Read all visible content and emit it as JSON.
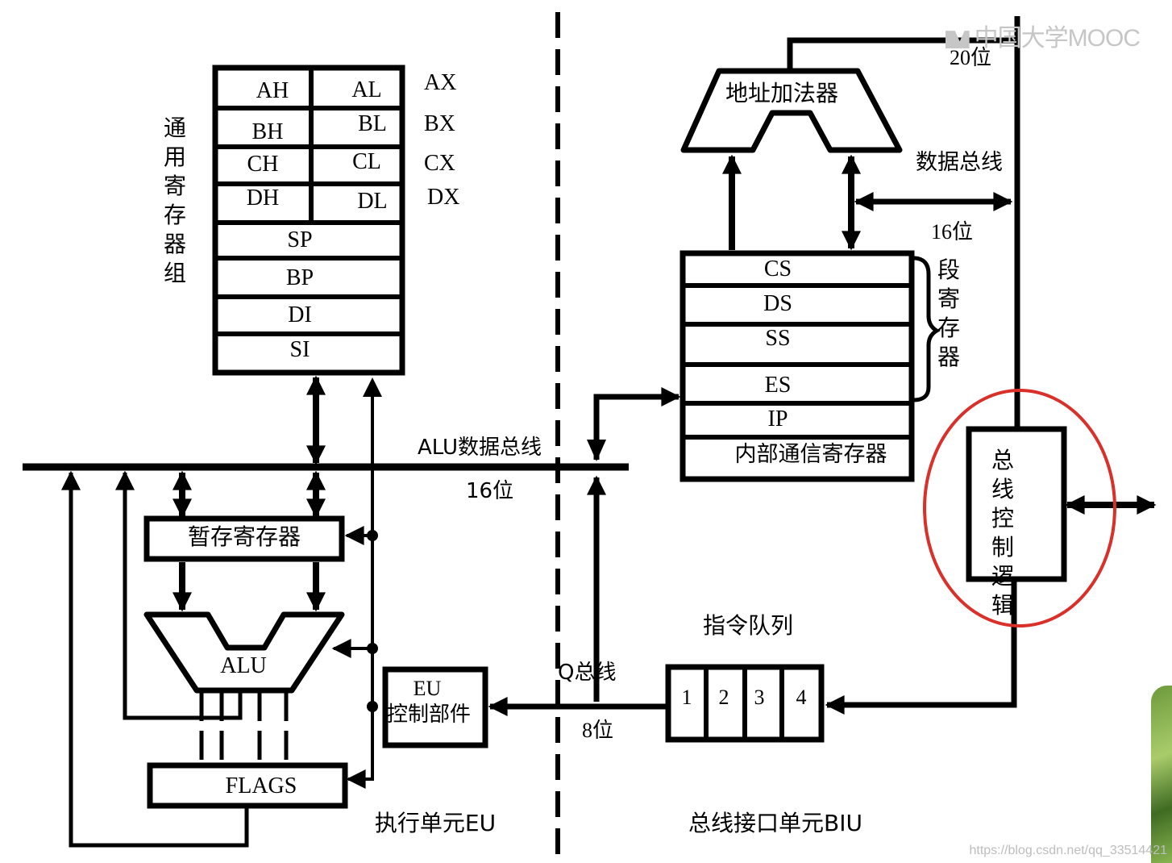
{
  "watermark": {
    "text": "中国大学MOOC",
    "url": "https://blog.csdn.net/qq_33514421"
  },
  "eu": {
    "group_label": "通用寄存器组",
    "registers_hi": [
      "AH",
      "BH",
      "CH",
      "DH"
    ],
    "registers_lo": [
      "AL",
      "BL",
      "CL",
      "DL"
    ],
    "pair_names": [
      "AX",
      "BX",
      "CX",
      "DX"
    ],
    "registers_16": [
      "SP",
      "BP",
      "DI",
      "SI"
    ],
    "alu_bus_label": "ALU数据总线",
    "alu_bus_width": "16位",
    "temp_reg": "暂存寄存器",
    "alu": "ALU",
    "flags": "FLAGS",
    "control_line1": "EU",
    "control_line2": "控制部件",
    "unit_label": "执行单元EU"
  },
  "biu": {
    "address_adder": "地址加法器",
    "addr_width": "20位",
    "data_bus_label": "数据总线",
    "data_bus_width": "16位",
    "segment_regs": [
      "CS",
      "DS",
      "SS",
      "ES"
    ],
    "segment_label": "段寄存器",
    "ip": "IP",
    "internal_reg": "内部通信寄存器",
    "bus_control": "总线控制逻辑",
    "queue_label": "指令队列",
    "queue_slots": [
      "1",
      "2",
      "3",
      "4"
    ],
    "q_bus_label": "Q总线",
    "q_bus_width": "8位",
    "unit_label": "总线接口单元BIU"
  },
  "colors": {
    "line": "#000000",
    "highlight_circle": "#d9302a",
    "watermark": "#c6c6c6"
  }
}
